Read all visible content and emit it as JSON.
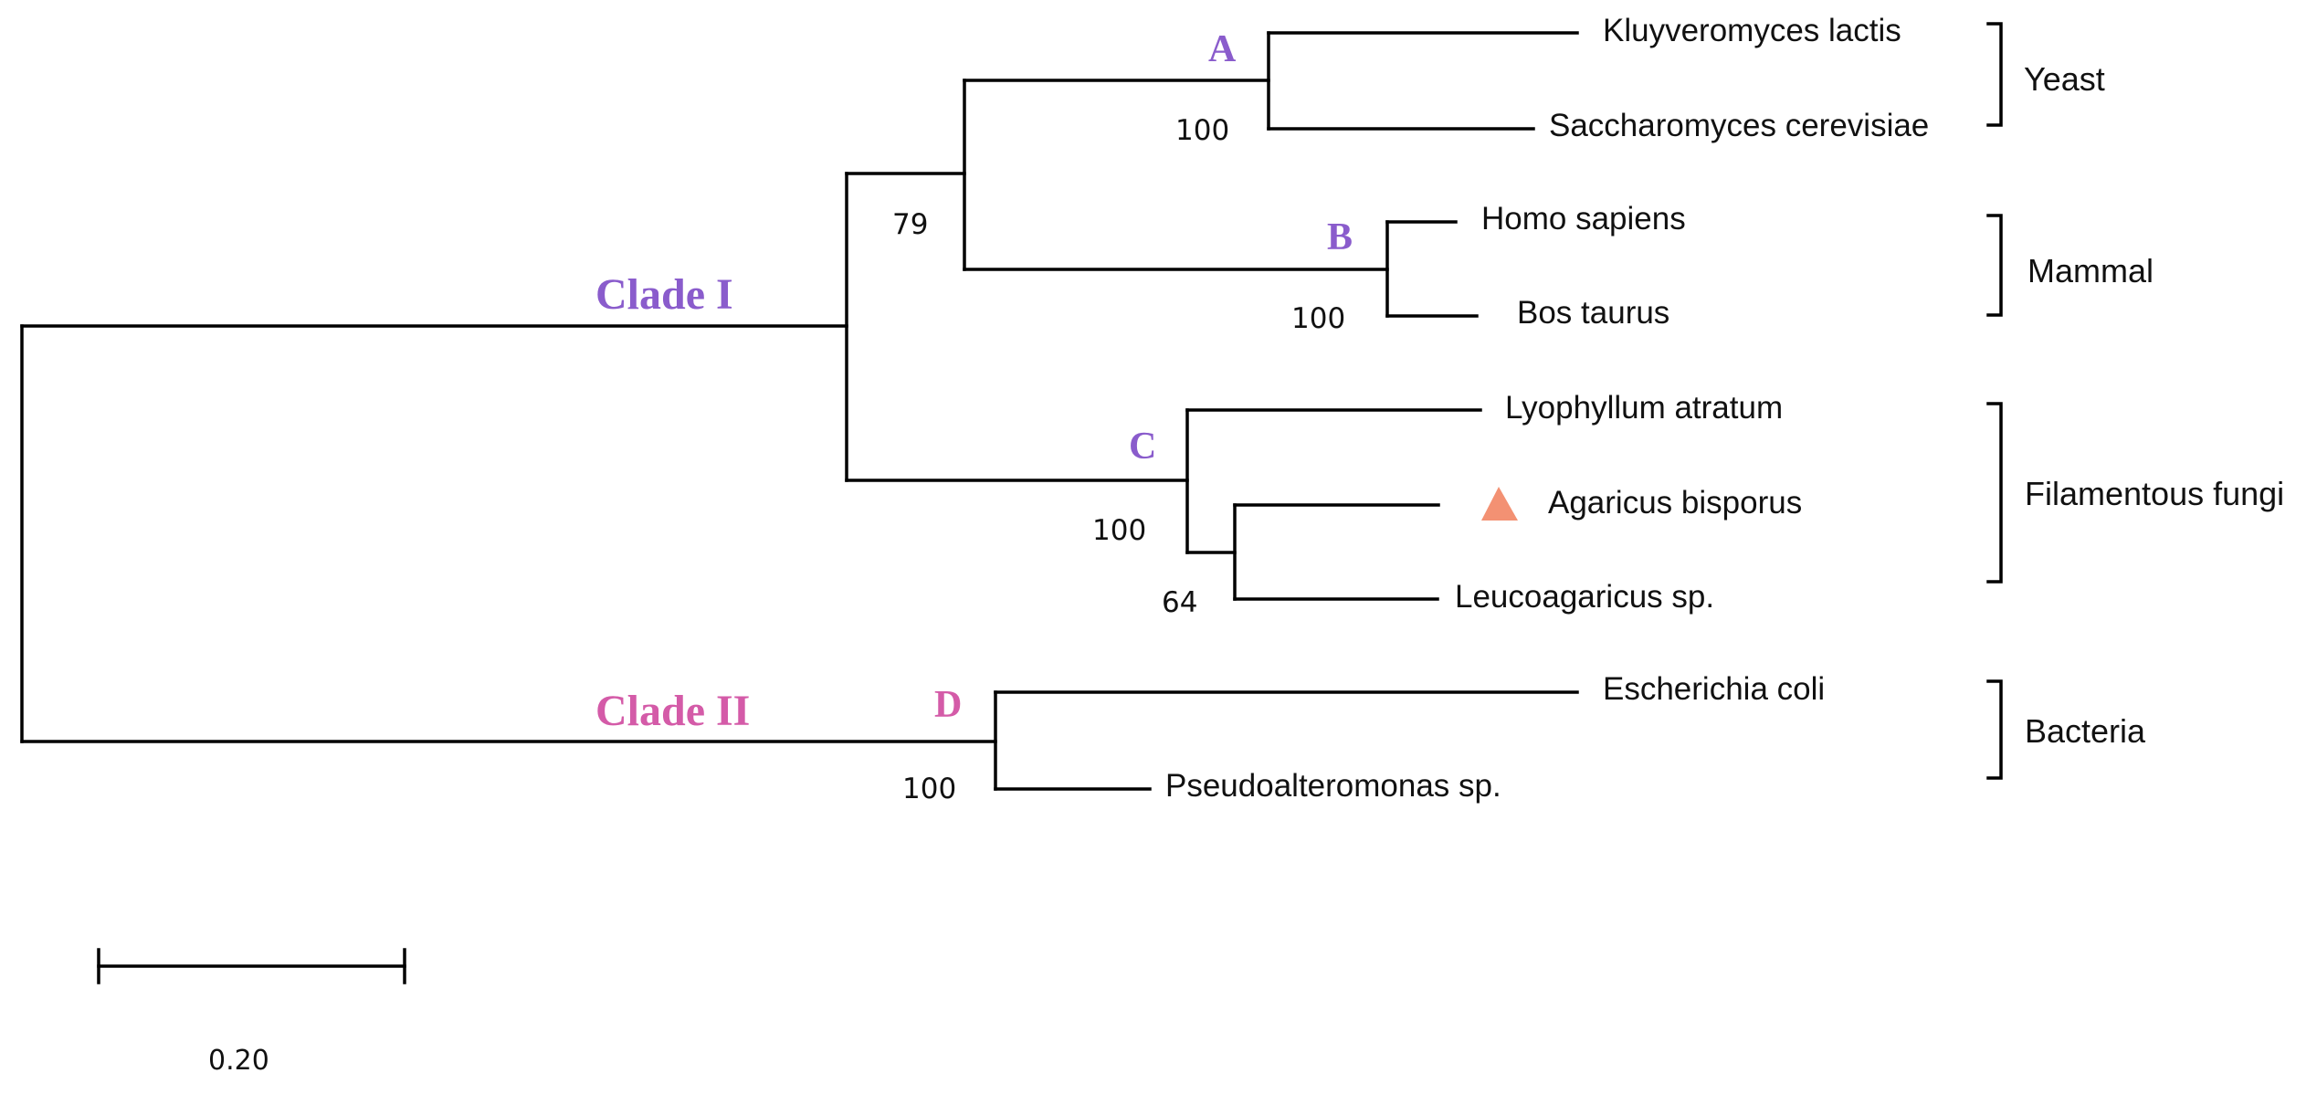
{
  "colors": {
    "clade_i": "#8a5ccc",
    "clade_ii": "#d45ba8",
    "marker": "#f39173",
    "line": "#000000"
  },
  "taxa": [
    "Kluyveromyces lactis",
    "Saccharomyces cerevisiae",
    "Homo sapiens",
    "Bos taurus",
    "Lyophyllum atratum",
    "Agaricus bisporus",
    "Leucoagaricus sp.",
    "Escherichia coli",
    "Pseudoalteromonas sp."
  ],
  "support_values": {
    "yeast_node": "100",
    "opisthokont_node": "79",
    "mammal_node": "100",
    "fungi_node": "100",
    "agaricaceae_node": "64",
    "bacteria_node": "100"
  },
  "node_labels": {
    "a": "A",
    "b": "B",
    "c": "C",
    "d": "D"
  },
  "clades": {
    "clade_i": "Clade I",
    "clade_ii": "Clade II"
  },
  "groups": [
    "Yeast",
    "Mammal",
    "Filamentous fungi",
    "Bacteria"
  ],
  "marker": {
    "shape": "triangle-icon",
    "marks_taxon": "Agaricus bisporus"
  },
  "scale_bar": {
    "label": "0.20"
  }
}
